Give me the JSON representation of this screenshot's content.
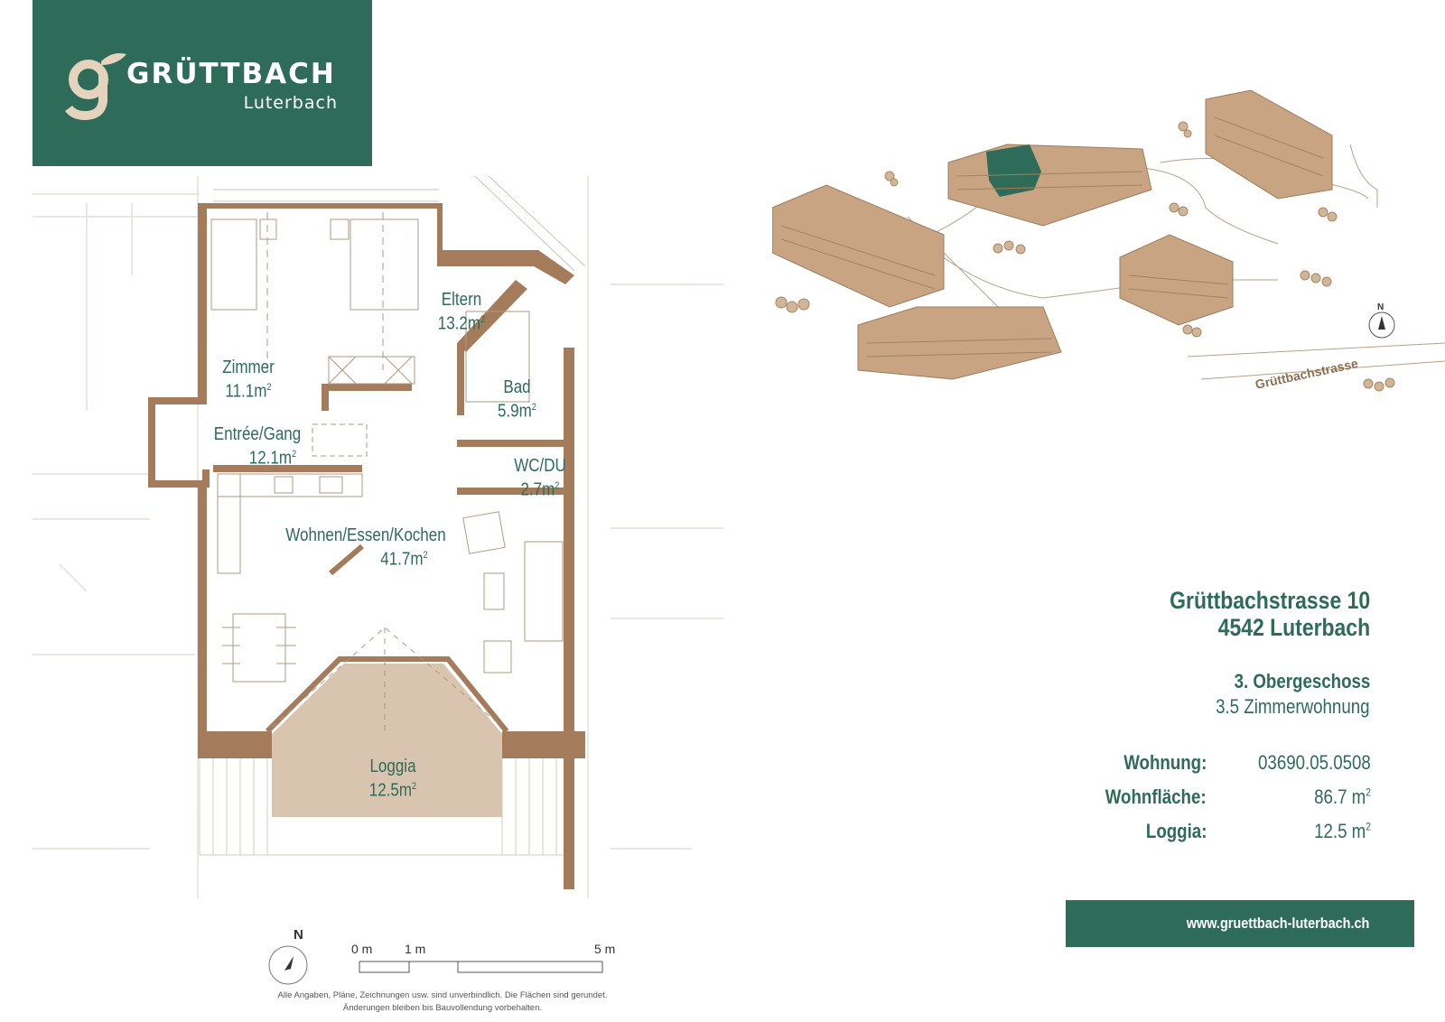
{
  "brand": {
    "name": "GRÜTTBACH",
    "location": "Luterbach"
  },
  "rooms": [
    {
      "name": "Eltern",
      "area": "13.2m",
      "unit_sup": "2"
    },
    {
      "name": "Zimmer",
      "area": "11.1m",
      "unit_sup": "2"
    },
    {
      "name": "Bad",
      "area": "5.9m",
      "unit_sup": "2"
    },
    {
      "name": "Entrée/Gang",
      "area": "12.1m",
      "unit_sup": "2"
    },
    {
      "name": "WC/DU",
      "area": "2.7m",
      "unit_sup": "2"
    },
    {
      "name": "Wohnen/Essen/Kochen",
      "area": "41.7m",
      "unit_sup": "2"
    },
    {
      "name": "Loggia",
      "area": "12.5m",
      "unit_sup": "2"
    }
  ],
  "site": {
    "street": "Grüttbachstrasse",
    "north": "N"
  },
  "address": {
    "line1": "Grüttbachstrasse 10",
    "line2": "4542 Luterbach"
  },
  "floor": "3. Obergeschoss",
  "apartment_type": "3.5 Zimmerwohnung",
  "specs": [
    {
      "label": "Wohnung:",
      "value": "03690.05.0508",
      "sup": ""
    },
    {
      "label": "Wohnfläche:",
      "value": "86.7 m",
      "sup": "2"
    },
    {
      "label": "Loggia:",
      "value": "12.5 m",
      "sup": "2"
    }
  ],
  "website": "www.gruettbach-luterbach.ch",
  "scale": {
    "north": "N",
    "labels": [
      "0 m",
      "1 m",
      "5 m"
    ]
  },
  "disclaimer": {
    "line1": "Alle Angaben, Pläne, Zeichnungen usw. sind unverbindlich. Die Flächen sind gerundet.",
    "line2": "Änderungen bleiben bis Bauvollendung vorbehalten."
  },
  "colors": {
    "green": "#2e6b58",
    "wall": "#a57c5b",
    "beige": "#d9c4af",
    "building": "#c8a482"
  }
}
